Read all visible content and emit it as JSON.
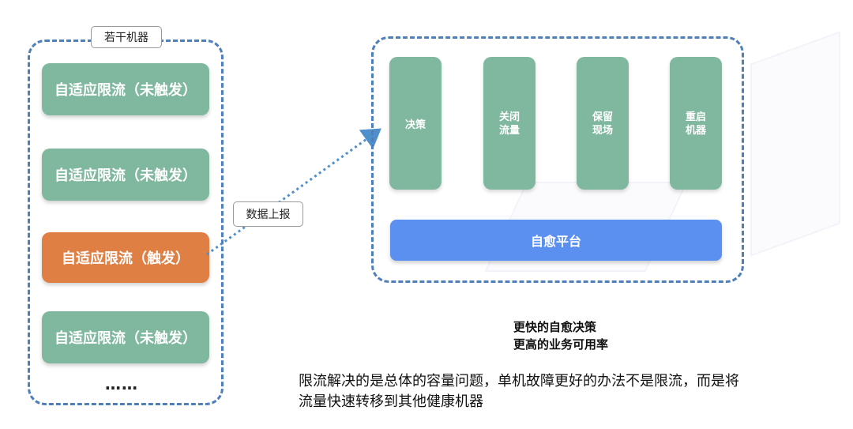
{
  "left_group": {
    "title": "若干机器",
    "nodes": [
      {
        "label": "自适应限流（未触发）",
        "state": "untriggered"
      },
      {
        "label": "自适应限流（未触发）",
        "state": "untriggered"
      },
      {
        "label": "自适应限流（触发）",
        "state": "triggered"
      },
      {
        "label": "自适应限流（未触发）",
        "state": "untriggered"
      }
    ],
    "more": "……"
  },
  "connector": {
    "label": "数据上报"
  },
  "platform_group": {
    "pillars": [
      "决策",
      "关闭\n流量",
      "保留\n现场",
      "重启\n机器"
    ],
    "platform_label": "自愈平台"
  },
  "benefits": [
    "更快的自愈决策",
    "更高的业务可用率"
  ],
  "conclusion": [
    "限流解决的是总体的容量问题，单机故障更好的办法不是限流，而是将",
    "流量快速转移到其他健康机器"
  ],
  "colors": {
    "node_green": "#7fb89e",
    "node_orange": "#e07f44",
    "platform_blue": "#5b8ff0",
    "dashed_border": "#4f7fb8",
    "connector": "#4f8fcb"
  }
}
